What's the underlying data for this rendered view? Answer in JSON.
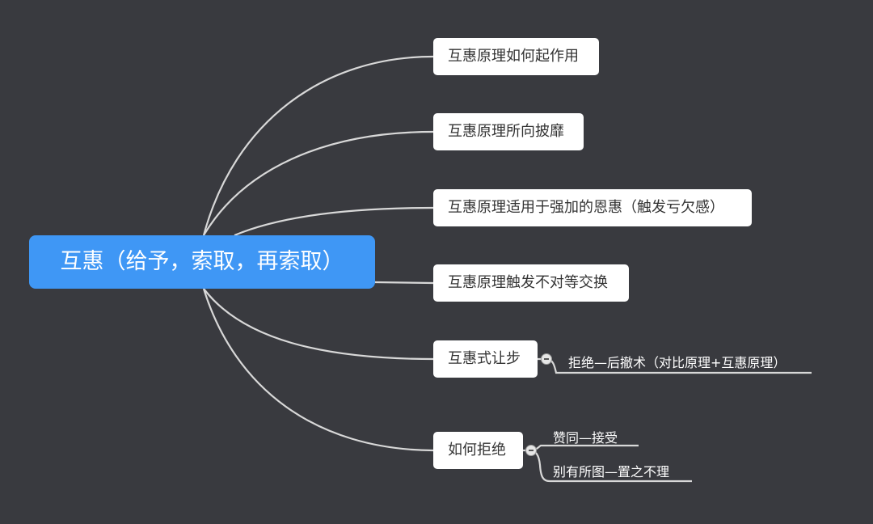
{
  "root": {
    "label": "互惠（给予，索取，再索取）"
  },
  "branches": [
    {
      "label": "互惠原理如何起作用"
    },
    {
      "label": "互惠原理所向披靡"
    },
    {
      "label": "互惠原理适用于强加的恩惠（触发亏欠感）"
    },
    {
      "label": "互惠原理触发不对等交换"
    },
    {
      "label": "互惠式让步",
      "children": [
        {
          "label": "拒绝—后撤术（对比原理+互惠原理）"
        }
      ]
    },
    {
      "label": "如何拒绝",
      "children": [
        {
          "label": "赞同—接受"
        },
        {
          "label": "别有所图—置之不理"
        }
      ]
    }
  ],
  "colors": {
    "background": "#393a3f",
    "root": "#3f97f5",
    "node": "#ffffff",
    "line": "#d8d8d8"
  }
}
